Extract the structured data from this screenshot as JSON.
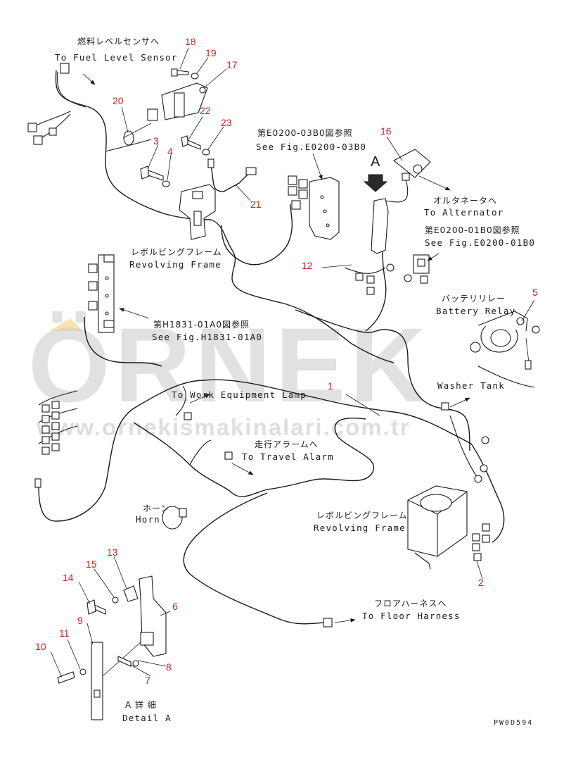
{
  "watermark": {
    "brand": "ÖRNEK",
    "url": "www.ornekismakinalari.com.tr",
    "color": "#c9c9c9",
    "accent": "#f2d98c"
  },
  "part_number_color": "#cc1f1f",
  "labels": {
    "fuel_jp": "燃料レベルセンサへ",
    "fuel_en": "To Fuel Level Sensor",
    "figE0200_03B0_jp": "第E0200-03B0図参照",
    "figE0200_03B0_en": "See Fig.E0200-03B0",
    "arrow_a": "A",
    "alt_jp": "オルタネータへ",
    "alt_en": "To Alternator",
    "figE0200_01B0_jp": "第E0200-01B0図参照",
    "figE0200_01B0_en": "See Fig.E0200-01B0",
    "rev1_jp": "レボルビングフレーム",
    "rev1_en": "Revolving Frame",
    "battery_jp": "バッテリリレー",
    "battery_en": "Battery Relay",
    "figH1831_jp": "第H1831-01A0図参照",
    "figH1831_en": "See Fig.H1831-01A0",
    "work_en": "To Work Equipment Lamp",
    "washer_en": "Washer Tank",
    "travel_jp": "走行アラームへ",
    "travel_en": "To Travel Alarm",
    "horn_jp": "ホーン",
    "horn_en": "Horn",
    "rev2_jp": "レボルビングフレーム",
    "rev2_en": "Revolving Frame",
    "floor_jp": "フロアハーネスへ",
    "floor_en": "To Floor Harness",
    "detail_jp": "A 詳 細",
    "detail_en": "Detail A",
    "drawing_code": "PW0D594"
  },
  "part_numbers": {
    "n1": "1",
    "n2": "2",
    "n3": "3",
    "n4": "4",
    "n5": "5",
    "n6": "6",
    "n7": "7",
    "n8": "8",
    "n9": "9",
    "n10": "10",
    "n11": "11",
    "n12": "12",
    "n13": "13",
    "n14": "14",
    "n15": "15",
    "n16": "16",
    "n17": "17",
    "n18": "18",
    "n19": "19",
    "n20": "20",
    "n21": "21",
    "n22": "22",
    "n23": "23"
  }
}
